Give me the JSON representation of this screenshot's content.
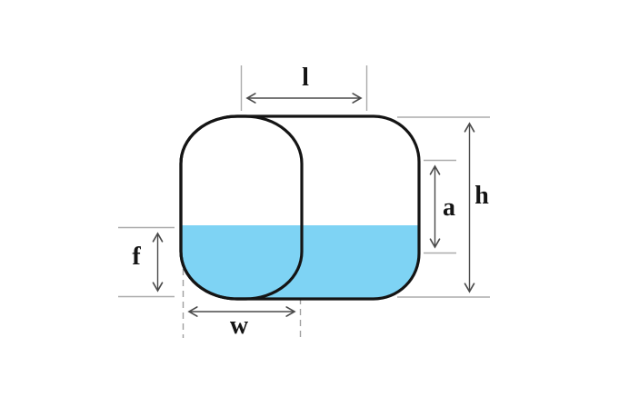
{
  "labels": {
    "length": "l",
    "height": "h",
    "airspace": "a",
    "fill_depth": "f",
    "width": "w"
  },
  "colors": {
    "liquid": "#7ED3F4",
    "outline": "#141414",
    "dimension_line": "#4a4a4a",
    "extension_line": "#ababab"
  }
}
